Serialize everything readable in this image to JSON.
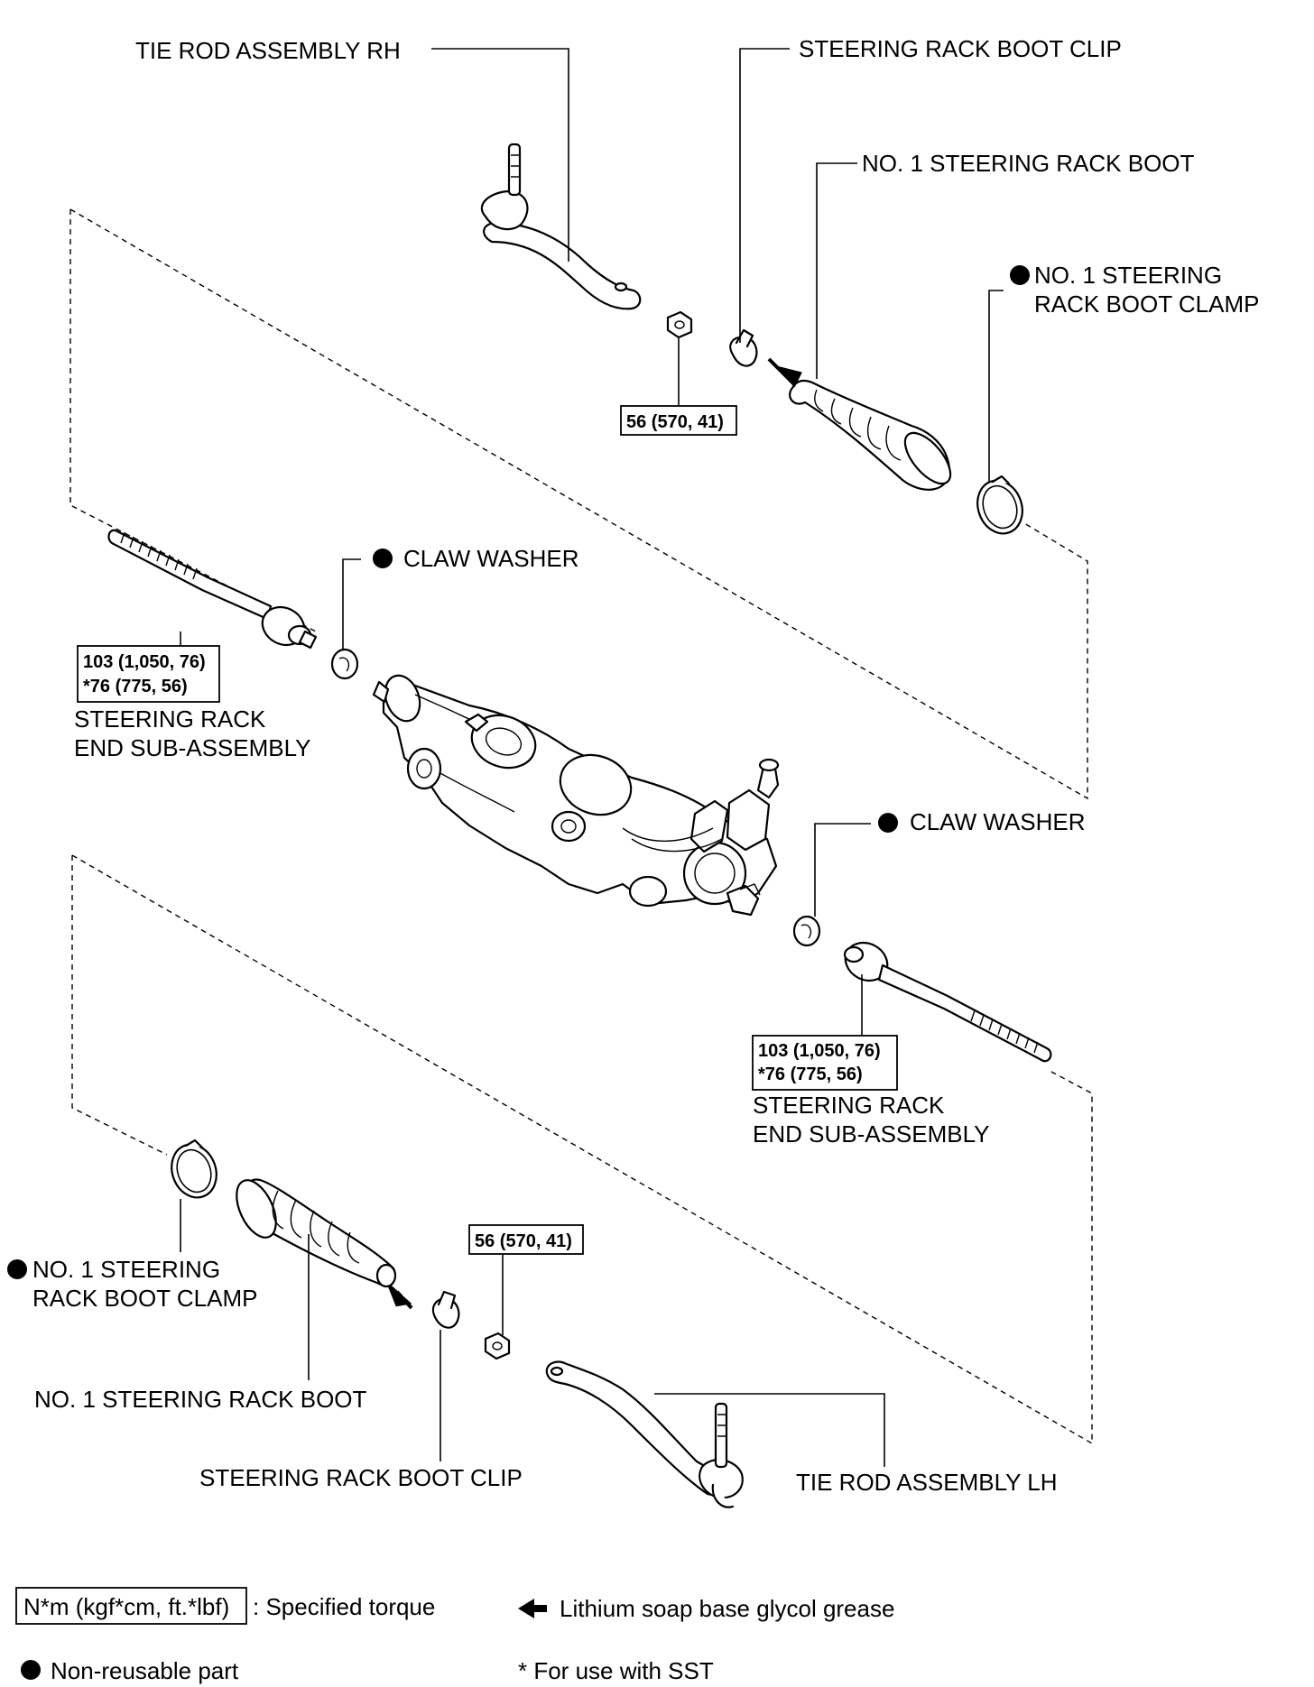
{
  "labels": {
    "tie_rod_rh": "TIE ROD ASSEMBLY RH",
    "boot_clip_top": "STEERING RACK BOOT CLIP",
    "boot_top": "NO. 1 STEERING RACK BOOT",
    "clamp_top_line1": "NO. 1 STEERING",
    "clamp_top_line2": "RACK BOOT CLAMP",
    "claw_washer_top": "CLAW WASHER",
    "rack_end_left_line1": "STEERING RACK",
    "rack_end_left_line2": "END SUB-ASSEMBLY",
    "claw_washer_bottom": "CLAW WASHER",
    "rack_end_right_line1": "STEERING RACK",
    "rack_end_right_line2": "END SUB-ASSEMBLY",
    "clamp_bottom_line1": "NO. 1 STEERING",
    "clamp_bottom_line2": "RACK BOOT CLAMP",
    "boot_bottom": "NO. 1 STEERING RACK BOOT",
    "boot_clip_bottom": "STEERING RACK BOOT CLIP",
    "tie_rod_lh": "TIE ROD ASSEMBLY LH"
  },
  "torques": {
    "nut_top": "56 (570, 41)",
    "rack_end_left_line1": "103 (1,050, 76)",
    "rack_end_left_line2": "*76 (775, 56)",
    "rack_end_right_line1": "103 (1,050, 76)",
    "rack_end_right_line2": "*76 (775, 56)",
    "nut_bottom": "56 (570, 41)"
  },
  "legend": {
    "torque_unit": "N*m (kgf*cm, ft.*lbf)",
    "torque_desc": ": Specified torque",
    "grease_desc": "Lithium soap base glycol grease",
    "nonreusable_desc": "Non-reusable part",
    "sst_desc": "* For use with SST"
  },
  "icons": {
    "nonreusable": "filled-circle-icon",
    "grease": "grease-arrow-icon"
  }
}
